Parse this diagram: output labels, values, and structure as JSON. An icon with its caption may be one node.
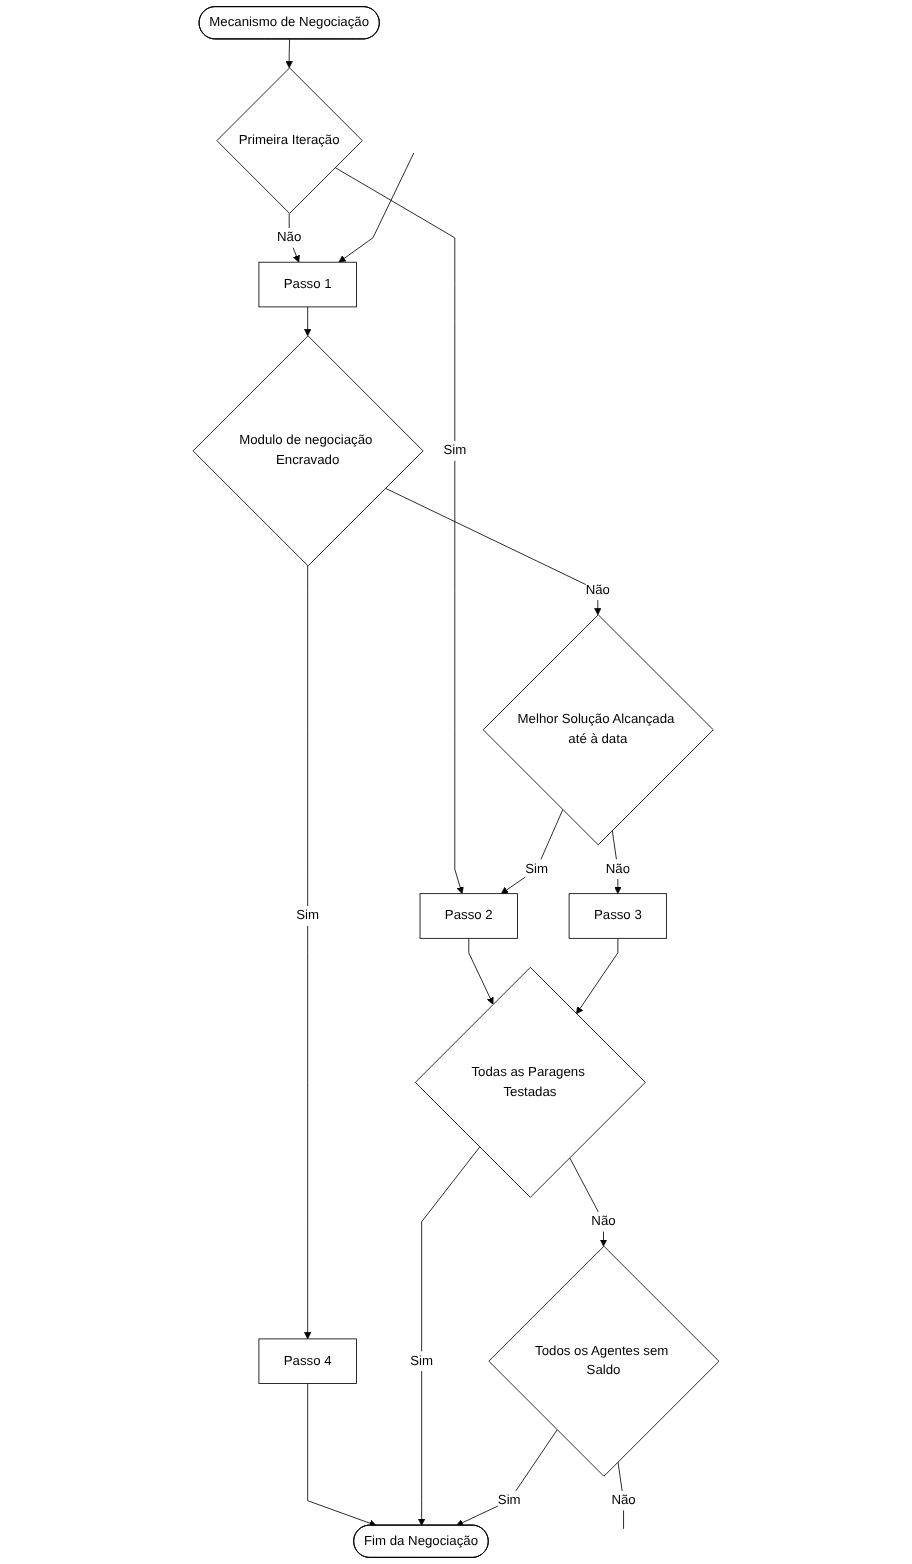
{
  "diagram": {
    "nodes": [
      {
        "text": [
          "Mecanismo de Negociação"
        ]
      },
      {
        "text": [
          "Primeira Iteração"
        ]
      },
      {
        "text": [
          "Passo 1"
        ]
      },
      {
        "text": [
          "Modulo de negociação Encravado"
        ]
      },
      {
        "text": [
          "Melhor Solução Alcançada até à data"
        ]
      },
      {
        "text": [
          "Passo 2"
        ]
      },
      {
        "text": [
          "Passo 3"
        ]
      },
      {
        "text": [
          "Passo 4"
        ]
      },
      {
        "text": [
          "Todas as Paragens Testadas"
        ]
      },
      {
        "text": [
          "Fim da Negociação"
        ]
      },
      {
        "text": [
          "Todos os Agentes sem Saldo"
        ]
      }
    ],
    "edges": [
      {
        "from": 0,
        "to": 1,
        "arrow": "to"
      },
      {
        "from": 1,
        "to": 5,
        "label": "Sim",
        "arrow": "to"
      },
      {
        "from": 1,
        "to": 2,
        "label": "Não",
        "arrow": "to"
      },
      {
        "from": null,
        "to": 2,
        "arrow": "to"
      },
      {
        "from": 2,
        "to": 3,
        "arrow": "to"
      },
      {
        "from": 3,
        "to": 7,
        "label": "Sim",
        "arrow": "to"
      },
      {
        "from": 3,
        "to": 4,
        "label": "Não",
        "arrow": "to"
      },
      {
        "from": 4,
        "to": 5,
        "label": "Sim",
        "arrow": "to"
      },
      {
        "from": 4,
        "to": 6,
        "label": "Não",
        "arrow": "to"
      },
      {
        "from": 5,
        "to": 8,
        "arrow": "to"
      },
      {
        "from": 6,
        "to": 8,
        "arrow": "to"
      },
      {
        "from": 7,
        "to": 9,
        "arrow": "to"
      },
      {
        "from": 8,
        "to": 9,
        "label": "Sim",
        "arrow": "to"
      },
      {
        "from": 8,
        "to": 10,
        "label": "Não",
        "arrow": "to"
      },
      {
        "from": 10,
        "to": 9,
        "label": "Sim",
        "arrow": "to"
      },
      {
        "from": 10,
        "to": null,
        "label": "Não",
        "arrow": "none"
      }
    ]
  }
}
